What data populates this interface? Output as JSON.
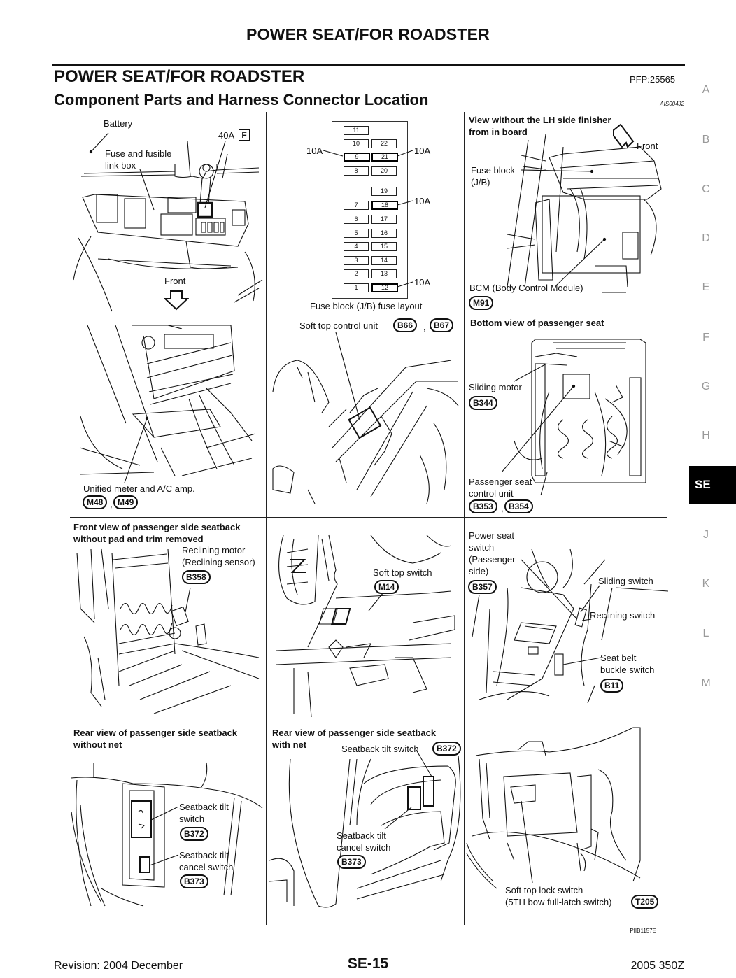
{
  "page_header": "POWER SEAT/FOR ROADSTER",
  "section": {
    "title": "POWER SEAT/FOR ROADSTER",
    "pfp": "PFP:25565",
    "subtitle": "Component Parts and Harness Connector Location",
    "doc_id": "AIS004J2"
  },
  "side_index": {
    "letters": [
      "A",
      "B",
      "C",
      "D",
      "E",
      "F",
      "G",
      "H",
      "SE",
      "J",
      "K",
      "L",
      "M"
    ],
    "active": "SE"
  },
  "panels": {
    "p1": {
      "battery": "Battery",
      "fuse_box_l1": "Fuse and fusible",
      "fuse_box_l2": "link box",
      "fusible_link": "40A",
      "fusible_link_code": "F",
      "front": "Front"
    },
    "p2": {
      "caption": "Fuse block (J/B) fuse layout",
      "amp_label": "10A",
      "left_column": [
        "11",
        "10",
        "9",
        "8",
        "",
        "7",
        "6",
        "5",
        "4",
        "3",
        "2",
        "1"
      ],
      "right_column": [
        "",
        "22",
        "21",
        "20",
        "19",
        "18",
        "17",
        "16",
        "15",
        "14",
        "13",
        "12"
      ],
      "highlighted": [
        "9",
        "21",
        "18",
        "12"
      ]
    },
    "p3": {
      "title_l1": "View without the LH side finisher",
      "title_l2": "from in board",
      "front": "Front",
      "fuse_block_l1": "Fuse block",
      "fuse_block_l2": "(J/B)",
      "bcm": "BCM (Body Control Module)",
      "bcm_conn": "M91"
    },
    "p4": {
      "label": "Unified meter and A/C amp.",
      "conn1": "M48",
      "conn2": "M49"
    },
    "p5": {
      "label": "Soft top control unit",
      "conn1": "B66",
      "conn2": "B67"
    },
    "p6": {
      "title": "Bottom view of passenger seat",
      "sliding_motor": "Sliding motor",
      "sliding_motor_conn": "B344",
      "control_unit_l1": "Passenger seat",
      "control_unit_l2": "control unit",
      "conn1": "B353",
      "conn2": "B354"
    },
    "p7": {
      "title_l1": "Front view of passenger side seatback",
      "title_l2": "without pad and trim removed",
      "reclining_l1": "Reclining motor",
      "reclining_l2": "(Reclining sensor)",
      "conn": "B358"
    },
    "p8": {
      "label": "Soft top switch",
      "conn": "M14"
    },
    "p9": {
      "power_seat_l1": "Power seat",
      "power_seat_l2": "switch",
      "power_seat_l3": "(Passenger",
      "power_seat_l4": "side)",
      "power_seat_conn": "B357",
      "sliding_switch": "Sliding switch",
      "reclining_switch": "Reclining switch",
      "seat_belt_l1": "Seat belt",
      "seat_belt_l2": "buckle switch",
      "seat_belt_conn": "B11"
    },
    "p10": {
      "title_l1": "Rear view of passenger side seatback",
      "title_l2": "without net",
      "tilt_l1": "Seatback tilt",
      "tilt_l2": "switch",
      "tilt_conn": "B372",
      "cancel_l1": "Seatback tilt",
      "cancel_l2": "cancel switch",
      "cancel_conn": "B373"
    },
    "p11": {
      "title_l1": "Rear view of passenger side seatback",
      "title_l2": "with net",
      "tilt": "Seatback tilt switch",
      "tilt_conn": "B372",
      "cancel_l1": "Seatback tilt",
      "cancel_l2": "cancel switch",
      "cancel_conn": "B373"
    },
    "p12": {
      "label_l1": "Soft top lock switch",
      "label_l2": "(5TH bow full-latch switch)",
      "conn": "T205"
    }
  },
  "figure_id": "PIIB1157E",
  "footer": {
    "revision": "Revision: 2004 December",
    "page": "SE-15",
    "model": "2005 350Z"
  }
}
